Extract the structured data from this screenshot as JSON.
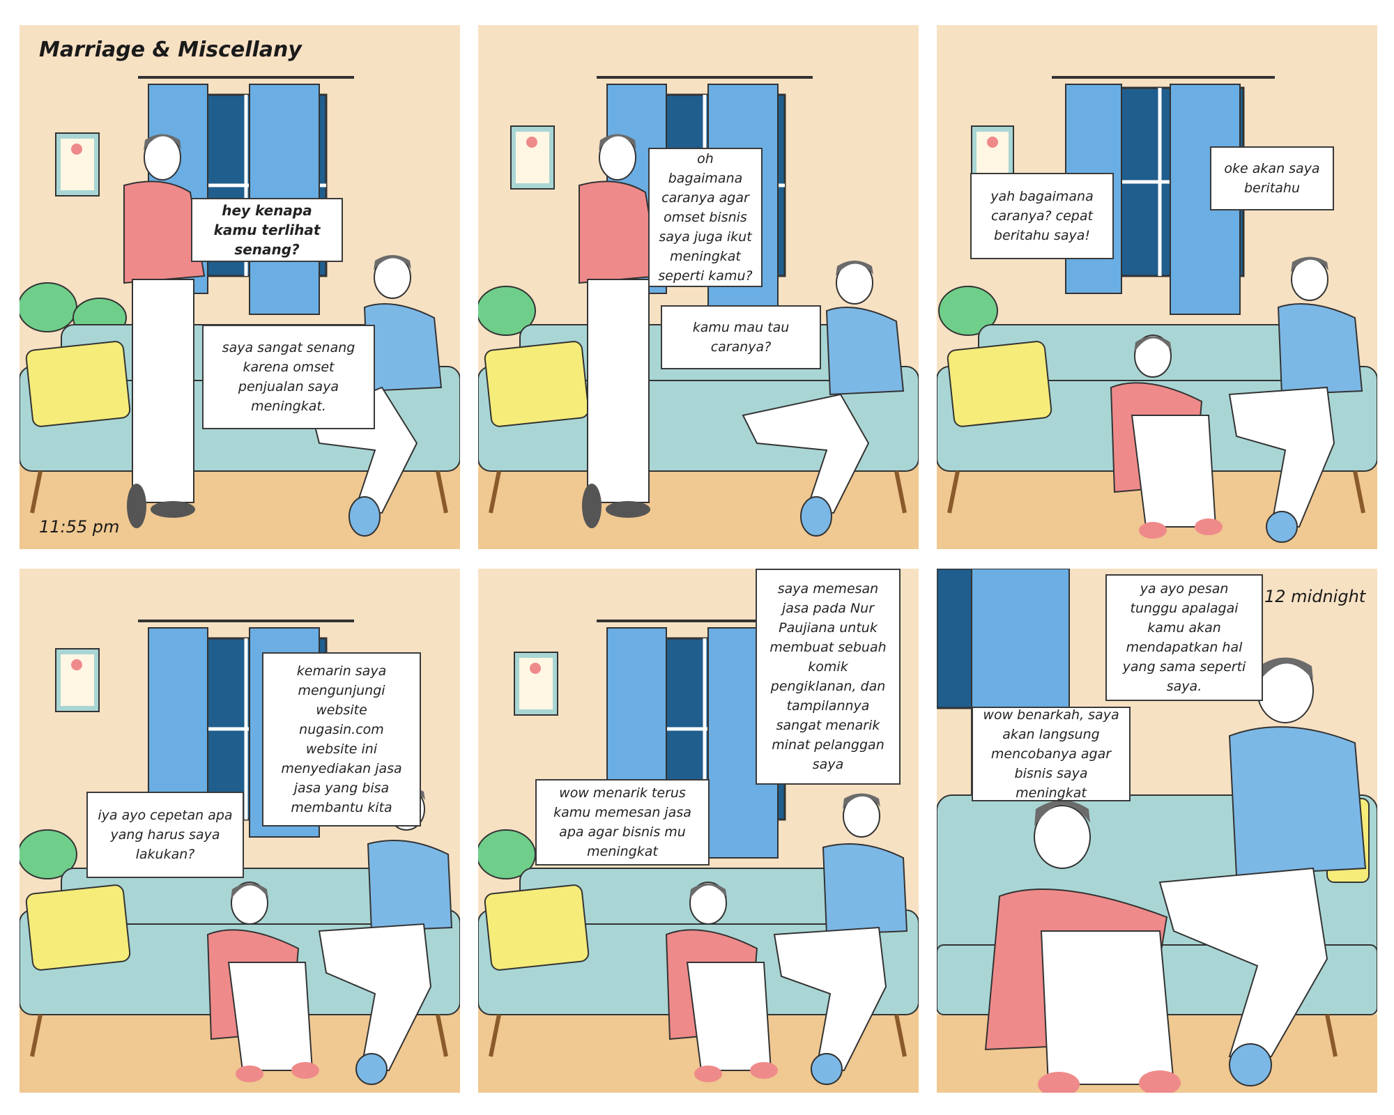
{
  "title": "Marriage & Miscellany",
  "colors": {
    "wall": "#f7e1c3",
    "floor": "#f0c891",
    "sofa": "#a9d6d5",
    "curtain": "#6aaee3",
    "window": "#1f5e8d",
    "pillow": "#f5ec7a",
    "pink_shirt": "#ef8a8a",
    "blue_shirt": "#7cb8e6",
    "pants": "#ffffff",
    "hair": "#6b6b6b",
    "plant": "#6fcf8a"
  },
  "panels": [
    {
      "time": "11:55 pm",
      "bubbles": [
        {
          "text": "hey kenapa kamu terlihat senang?"
        },
        {
          "text": "saya sangat senang karena omset penjualan saya meningkat."
        }
      ]
    },
    {
      "bubbles": [
        {
          "text": "oh bagaimana caranya agar omset bisnis saya juga ikut meningkat seperti kamu?"
        },
        {
          "text": "kamu mau tau caranya?"
        }
      ]
    },
    {
      "bubbles": [
        {
          "text": "yah bagaimana caranya? cepat beritahu saya!"
        },
        {
          "text": "oke akan saya beritahu"
        }
      ]
    },
    {
      "bubbles": [
        {
          "text": "kemarin saya mengunjungi website nugasin.com website ini menyediakan jasa jasa yang bisa membantu kita"
        },
        {
          "text": "iya ayo cepetan apa yang harus saya lakukan?"
        }
      ]
    },
    {
      "bubbles": [
        {
          "text": "saya memesan jasa pada Nur Paujiana untuk membuat sebuah komik pengiklanan, dan tampilannya sangat menarik minat pelanggan saya"
        },
        {
          "text": "wow menarik terus kamu memesan jasa apa agar bisnis mu meningkat"
        }
      ]
    },
    {
      "time": "12 midnight",
      "bubbles": [
        {
          "text": "ya ayo pesan tunggu apalagai kamu akan mendapatkan hal yang sama seperti saya."
        },
        {
          "text": "wow benarkah, saya akan langsung mencobanya agar bisnis saya meningkat"
        }
      ]
    }
  ]
}
